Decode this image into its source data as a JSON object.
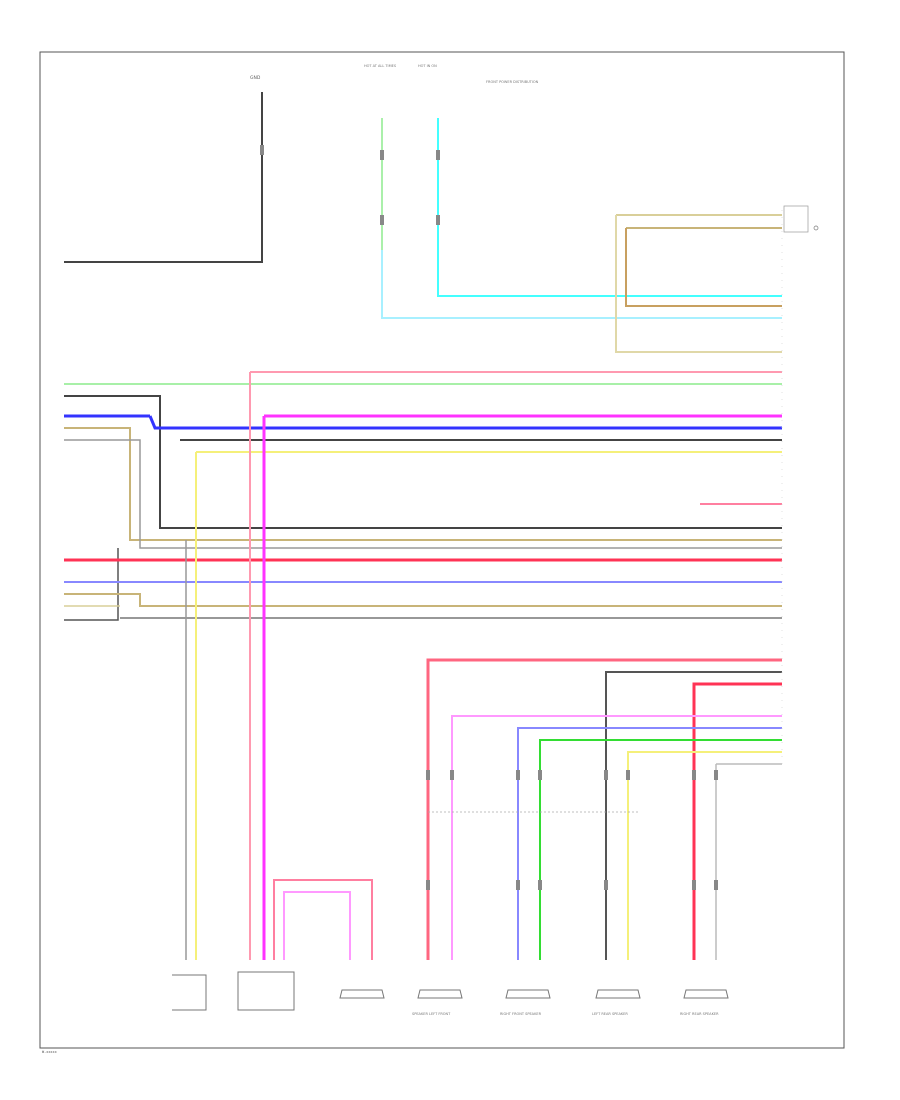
{
  "footer_id": "W-xxxxx",
  "labels": {
    "top_ground": "GND",
    "fuse_a": "HOT AT ALL TIMES",
    "fuse_b": "HOT IN ON",
    "front_power_dist": "FRONT POWER DISTRIBUTION"
  },
  "connectors": [
    {
      "id": "c1",
      "text": "SPEAKER LEFT FRONT"
    },
    {
      "id": "c2",
      "text": "RIGHT FRONT SPEAKER"
    },
    {
      "id": "c3",
      "text": "LEFT REAR SPEAKER"
    },
    {
      "id": "c4",
      "text": "RIGHT REAR SPEAKER"
    }
  ],
  "wire_colors": {
    "green": "#9be59b",
    "black": "#333333",
    "gray": "#888888",
    "blue": "#3333ff",
    "tan": "#c8b478",
    "yellow": "#f5f07a",
    "pink": "#ff7fa0",
    "magenta": "#ff33ff",
    "red": "#ff3355",
    "light_blue": "#8888ff",
    "cyan": "#55ffff",
    "violet": "#ff99ff",
    "bright_green": "#33dd33"
  }
}
